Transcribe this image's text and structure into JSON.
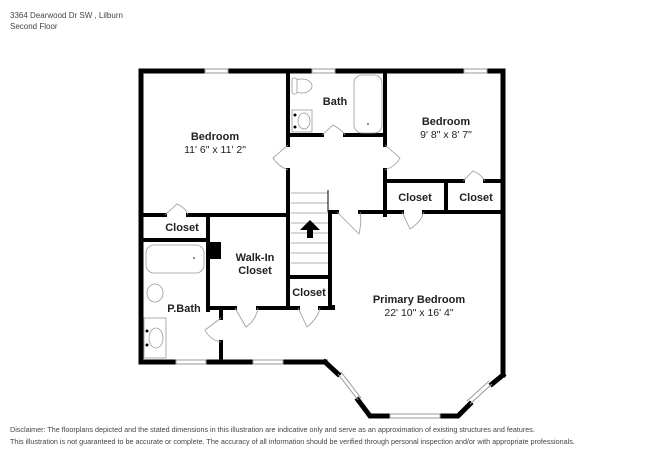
{
  "header": {
    "address": "3364 Dearwood Dr SW , Lilburn",
    "floor": "Second Floor"
  },
  "rooms": [
    {
      "name": "Bedroom",
      "dimensions": "11' 6\" x 11' 2\""
    },
    {
      "name": "Bath",
      "dimensions": ""
    },
    {
      "name": "Bedroom",
      "dimensions": "9' 8\" x 8' 7\""
    },
    {
      "name": "Closet",
      "dimensions": ""
    },
    {
      "name": "Closet",
      "dimensions": ""
    },
    {
      "name": "Closet",
      "dimensions": ""
    },
    {
      "name": "Walk-In",
      "dimensions": "Closet"
    },
    {
      "name": "Closet",
      "dimensions": ""
    },
    {
      "name": "P.Bath",
      "dimensions": ""
    },
    {
      "name": "Primary Bedroom",
      "dimensions": "22' 10\" x 16' 4\""
    }
  ],
  "disclaimer": {
    "line1": "Disclaimer: The floorplans depicted and the stated dimensions in this illustration are indicative only and serve as an approximation of existing structures and features.",
    "line2": "This illustration is not guaranteed to be accurate or complete. The accuracy of all information should be verified through personal inspection and/or with appropriate professionals."
  }
}
